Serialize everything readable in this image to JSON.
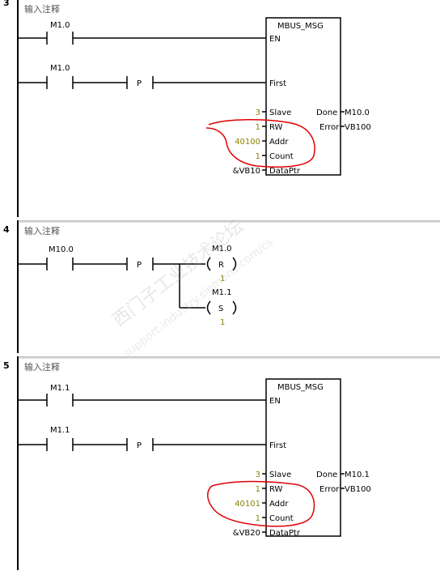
{
  "networks": [
    {
      "number": "3",
      "comment": "输入注释",
      "contact1": "M1.0",
      "contact2": "M1.0",
      "p_label": "P",
      "block": {
        "title": "MBUS_MSG",
        "en": "EN",
        "first": "First",
        "slave": "Slave",
        "rw": "RW",
        "addr": "Addr",
        "count": "Count",
        "dataptr": "DataPtr",
        "done": "Done",
        "error": "Error"
      },
      "values": {
        "slave": "3",
        "rw": "1",
        "addr": "40100",
        "count": "1",
        "dataptr": "&VB10",
        "done": "M10.0",
        "error": "VB100"
      }
    },
    {
      "number": "4",
      "comment": "输入注释",
      "contact1": "M10.0",
      "p_label": "P",
      "coil1": {
        "address": "M1.0",
        "type": "R",
        "count": "1"
      },
      "coil2": {
        "address": "M1.1",
        "type": "S",
        "count": "1"
      }
    },
    {
      "number": "5",
      "comment": "输入注释",
      "contact1": "M1.1",
      "contact2": "M1.1",
      "p_label": "P",
      "block": {
        "title": "MBUS_MSG",
        "en": "EN",
        "first": "First",
        "slave": "Slave",
        "rw": "RW",
        "addr": "Addr",
        "count": "Count",
        "dataptr": "DataPtr",
        "done": "Done",
        "error": "Error"
      },
      "values": {
        "slave": "3",
        "rw": "1",
        "addr": "40101",
        "count": "1",
        "dataptr": "&VB20",
        "done": "M10.1",
        "error": "VB100"
      }
    }
  ],
  "watermark": {
    "cn": "西门子工业技术论坛",
    "url": "support.industry.siemens.com/cs"
  },
  "colors": {
    "rail": "#000000",
    "value_text": "#8b8000",
    "annotation": "#e00000",
    "header_band": "#c8c8c8"
  }
}
